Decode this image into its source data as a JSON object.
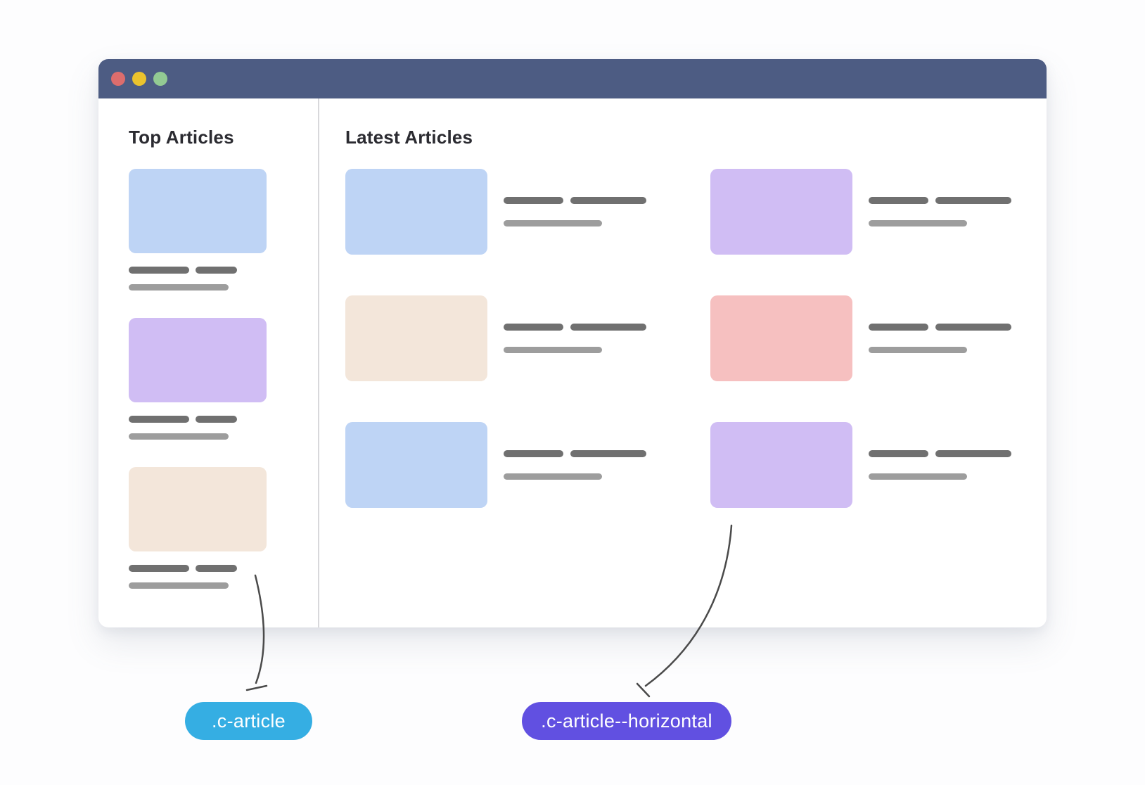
{
  "window": {
    "controls": [
      "close",
      "minimize",
      "maximize"
    ]
  },
  "sidebar": {
    "title": "Top Articles",
    "cards": [
      {
        "image_color": "#bed4f5"
      },
      {
        "image_color": "#d0bdf4"
      },
      {
        "image_color": "#f3e6da"
      }
    ]
  },
  "main": {
    "title": "Latest Articles",
    "cards": [
      {
        "image_color": "#bed4f5"
      },
      {
        "image_color": "#d0bdf4"
      },
      {
        "image_color": "#f3e6da"
      },
      {
        "image_color": "#f6c0c0"
      },
      {
        "image_color": "#bed4f5"
      },
      {
        "image_color": "#d0bdf4"
      }
    ]
  },
  "annotations": {
    "labels": [
      {
        "text": ".c-article",
        "color": "#35aee3"
      },
      {
        "text": ".c-article--horizontal",
        "color": "#6150e1"
      }
    ]
  },
  "colors": {
    "page-bg": "#fdfdfe",
    "titlebar": "#4d5c83",
    "dot-red": "#dd6d6d",
    "dot-yellow": "#ebc32d",
    "dot-green": "#93ca93",
    "divider": "#d8d8db",
    "heading": "#2b2b31",
    "bar-dark": "#707070",
    "bar-light": "#9d9d9d",
    "arrow": "#4a4a4a"
  }
}
